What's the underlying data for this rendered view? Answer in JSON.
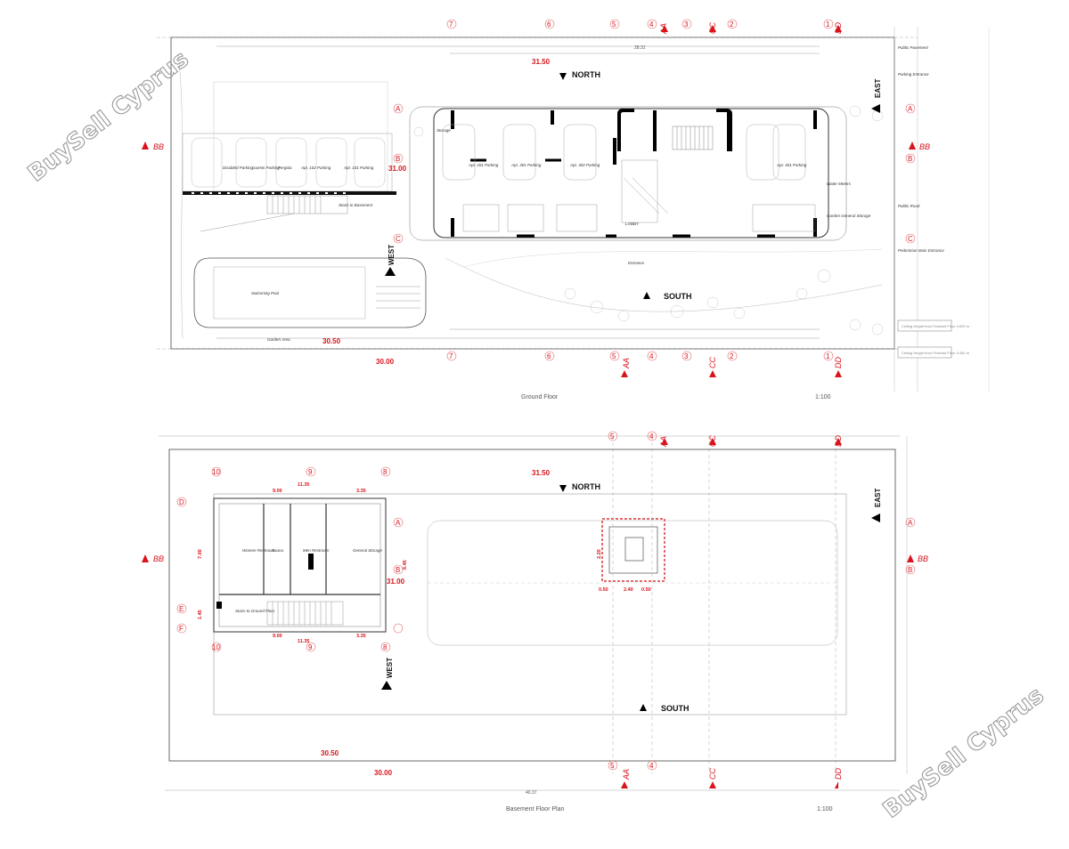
{
  "watermark": "BuySell Cyprus",
  "ground": {
    "caption": "Ground Floor",
    "scale": "1:100",
    "north": "NORTH",
    "south": "SOUTH",
    "east": "EAST",
    "west": "WEST",
    "section_bb": "BB",
    "section_aa": "AA",
    "section_cc": "CC",
    "section_dd": "DD",
    "grid_top": [
      "7",
      "6",
      "5",
      "4",
      "3",
      "2",
      "1"
    ],
    "grid_rows": [
      "A",
      "B",
      "C"
    ],
    "level_top": "31.50",
    "level_mid": "31.00",
    "level_bot1": "30.50",
    "level_bot2": "30.00",
    "rooms": {
      "disabled_parking": "Disabled Parking",
      "guest_parking": "Guests Parking",
      "pergola": "Pergola",
      "apt102": "Apt. 102 Parking",
      "apt101": "Apt. 101 Parking",
      "apt201": "Apt. 201 Parking",
      "apt301": "Apt. 301 Parking",
      "apt302": "Apt. 302 Parking",
      "apt401": "Apt. 401 Parking",
      "storage": "Storage",
      "swimming_pool": "Swimming Pool",
      "garden": "Garden Area",
      "entrance": "Entrance",
      "lobby": "LOBBY",
      "garden_general": "Garden General Storage",
      "water_meters": "Water Meters",
      "public_pavement": "Public Pavement",
      "public_road": "Public Road",
      "pedestrian_entrance": "Pedestrian Main Entrance",
      "parking_entrance": "Parking Entrance",
      "stairs": "Stairs to Basement"
    },
    "dims": {
      "overall": "28.31",
      "total_width": "31.50"
    },
    "ceiling_note_1": "Ceiling Height from Finished Floor 3.625 m",
    "ceiling_note_2": "Ceiling Height from Finished Floor 3.450 m"
  },
  "basement": {
    "caption": "Basement Floor Plan",
    "scale": "1:100",
    "north": "NORTH",
    "south": "SOUTH",
    "east": "EAST",
    "west": "WEST",
    "section_bb": "BB",
    "section_aa": "AA",
    "section_cc": "CC",
    "section_dd": "DD",
    "grid_top": [
      "10",
      "9",
      "8",
      "5",
      "4"
    ],
    "grid_rows": [
      "D",
      "A",
      "B",
      "E",
      "F"
    ],
    "level_top": "31.50",
    "level_mid": "31.00",
    "level_bot1": "30.50",
    "level_bot2": "30.00",
    "dims": {
      "d1": "9.00",
      "d2": "3.35",
      "d3": "11.35",
      "d4": "7.00",
      "d5": "1.45",
      "d6": "0.50",
      "d7": "2.40",
      "d8": "0.50",
      "d9": "2.20",
      "d10": "6.45",
      "overall": "40.37"
    },
    "rooms": {
      "women": "Women Restroom",
      "sauna": "Sauna",
      "men": "Men Restroom",
      "general": "General Storage",
      "stairs": "Stairs to Ground Floor"
    }
  }
}
